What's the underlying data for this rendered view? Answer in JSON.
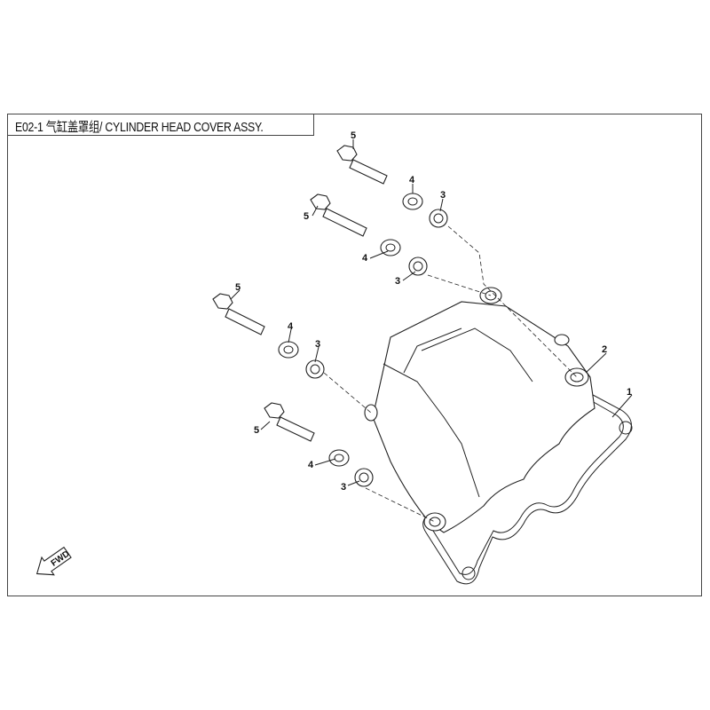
{
  "title": "E02-1 气缸盖罩组/ CYLINDER HEAD COVER ASSY.",
  "fwd_arrow_text": "FWD",
  "callouts": [
    {
      "id": "5a",
      "text": "5"
    },
    {
      "id": "4a",
      "text": "4"
    },
    {
      "id": "3a",
      "text": "3"
    },
    {
      "id": "5b",
      "text": "5"
    },
    {
      "id": "4b",
      "text": "4"
    },
    {
      "id": "3b",
      "text": "3"
    },
    {
      "id": "5c",
      "text": "5"
    },
    {
      "id": "4c",
      "text": "4"
    },
    {
      "id": "3c",
      "text": "3"
    },
    {
      "id": "5d",
      "text": "5"
    },
    {
      "id": "4d",
      "text": "4"
    },
    {
      "id": "3d",
      "text": "3"
    },
    {
      "id": "2",
      "text": "2"
    },
    {
      "id": "1",
      "text": "1"
    }
  ]
}
